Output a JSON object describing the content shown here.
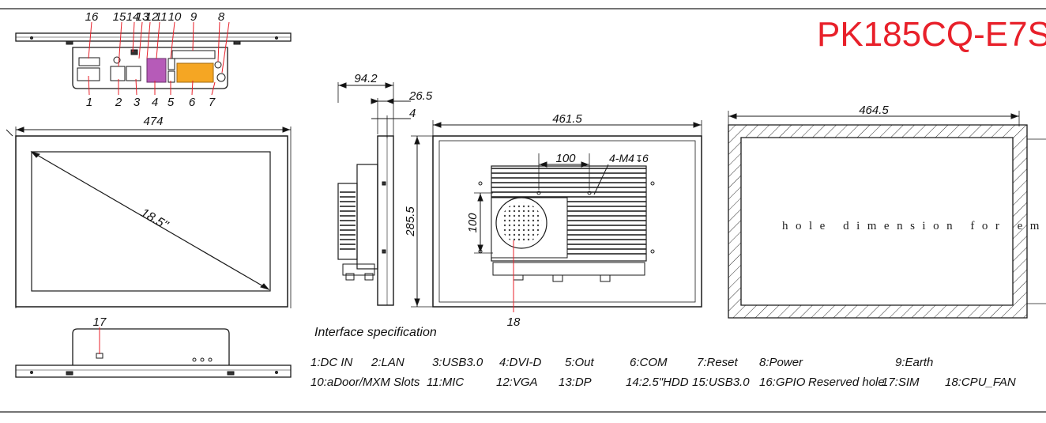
{
  "title": "PK185CQ-E7S",
  "top_port_numbers": [
    "16",
    "15",
    "14",
    "13",
    "12",
    "11",
    "10",
    "9",
    "8"
  ],
  "bottom_port_numbers": [
    "1",
    "2",
    "3",
    "4",
    "5",
    "6",
    "7"
  ],
  "front_dims": {
    "width": "474",
    "diagonal": "18.5\""
  },
  "rear_label": "17",
  "side_dims": {
    "depth": "94.2",
    "bezel": "26.5",
    "thin": "4"
  },
  "back_dims": {
    "width": "461.5",
    "height": "285.5",
    "vesa_h": "100",
    "vesa_v": "100",
    "screws": "4-M4",
    "screw_len": "6",
    "fan_label": "18"
  },
  "cutout": {
    "width": "464.5",
    "text": "hole dimension for embedded"
  },
  "spec": {
    "heading": "Interface specification",
    "row1": [
      "1:DC IN",
      "2:LAN",
      "3:USB3.0",
      "4:DVI-D",
      "5:Out",
      "6:COM",
      "7:Reset",
      "8:Power",
      "9:Earth"
    ],
    "row2": [
      "10:aDoor/MXM Slots",
      "11:MIC",
      "12:VGA",
      "13:DP",
      "14:2.5\"HDD",
      "15:USB3.0",
      "16:GPIO",
      "Reserved hole",
      "17:SIM",
      "18:CPU_FAN"
    ]
  },
  "colors": {
    "title": "#e8202a",
    "leader": "#e8202a",
    "port_orange": "#f5a623",
    "port_purple": "#b65bb8",
    "line": "#1a1a1a"
  }
}
